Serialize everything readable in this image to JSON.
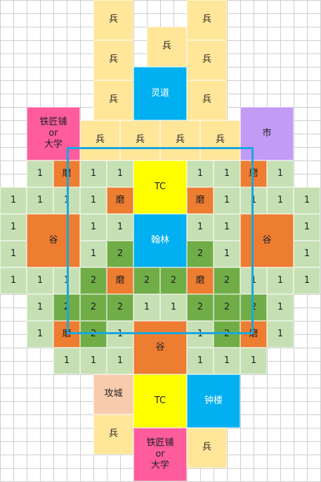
{
  "colors": {
    "light_green": "#c6e0b4",
    "dark_green": "#70ad47",
    "orange": "#ed7d31",
    "soldier": "#ffe699",
    "blue": "#00b0f0",
    "yellow": "#ffff00",
    "pink": "#ff5c9d",
    "purple": "#c39bf5",
    "peach": "#f8cbad",
    "boundary": "#1aa7e0"
  },
  "tiles": [
    {
      "c": 7,
      "r": 0,
      "w": 3,
      "h": 3,
      "label": "兵",
      "color": "soldier"
    },
    {
      "c": 14,
      "r": 0,
      "w": 3,
      "h": 3,
      "label": "兵",
      "color": "soldier"
    },
    {
      "c": 11,
      "r": 2,
      "w": 3,
      "h": 3,
      "label": "兵",
      "color": "soldier"
    },
    {
      "c": 7,
      "r": 3,
      "w": 3,
      "h": 3,
      "label": "兵",
      "color": "soldier"
    },
    {
      "c": 14,
      "r": 3,
      "w": 3,
      "h": 3,
      "label": "兵",
      "color": "soldier"
    },
    {
      "c": 10,
      "r": 5,
      "w": 4,
      "h": 4,
      "label": "灵道",
      "color": "blue",
      "light": true
    },
    {
      "c": 7,
      "r": 6,
      "w": 3,
      "h": 3,
      "label": "兵",
      "color": "soldier"
    },
    {
      "c": 14,
      "r": 6,
      "w": 3,
      "h": 3,
      "label": "兵",
      "color": "soldier"
    },
    {
      "c": 2,
      "r": 8,
      "w": 4,
      "h": 4,
      "label": "铁匠铺\nor\n大学",
      "color": "pink"
    },
    {
      "c": 18,
      "r": 8,
      "w": 4,
      "h": 4,
      "label": "市",
      "color": "purple"
    },
    {
      "c": 6,
      "r": 9,
      "w": 3,
      "h": 3,
      "label": "兵",
      "color": "soldier"
    },
    {
      "c": 9,
      "r": 9,
      "w": 3,
      "h": 3,
      "label": "兵",
      "color": "soldier"
    },
    {
      "c": 12,
      "r": 9,
      "w": 3,
      "h": 3,
      "label": "兵",
      "color": "soldier"
    },
    {
      "c": 15,
      "r": 9,
      "w": 3,
      "h": 3,
      "label": "兵",
      "color": "soldier"
    },
    {
      "c": 2,
      "r": 12,
      "w": 2,
      "h": 2,
      "label": "1",
      "color": "light_green"
    },
    {
      "c": 4,
      "r": 12,
      "w": 2,
      "h": 2,
      "label": "磨",
      "color": "orange"
    },
    {
      "c": 6,
      "r": 12,
      "w": 2,
      "h": 2,
      "label": "1",
      "color": "light_green"
    },
    {
      "c": 8,
      "r": 12,
      "w": 2,
      "h": 2,
      "label": "1",
      "color": "light_green"
    },
    {
      "c": 10,
      "r": 12,
      "w": 4,
      "h": 4,
      "label": "TC",
      "color": "yellow"
    },
    {
      "c": 14,
      "r": 12,
      "w": 2,
      "h": 2,
      "label": "1",
      "color": "light_green"
    },
    {
      "c": 16,
      "r": 12,
      "w": 2,
      "h": 2,
      "label": "1",
      "color": "light_green"
    },
    {
      "c": 18,
      "r": 12,
      "w": 2,
      "h": 2,
      "label": "磨",
      "color": "orange"
    },
    {
      "c": 20,
      "r": 12,
      "w": 2,
      "h": 2,
      "label": "1",
      "color": "light_green"
    },
    {
      "c": 0,
      "r": 14,
      "w": 2,
      "h": 2,
      "label": "1",
      "color": "light_green"
    },
    {
      "c": 2,
      "r": 14,
      "w": 2,
      "h": 2,
      "label": "1",
      "color": "light_green"
    },
    {
      "c": 4,
      "r": 14,
      "w": 2,
      "h": 2,
      "label": "1",
      "color": "light_green"
    },
    {
      "c": 6,
      "r": 14,
      "w": 2,
      "h": 2,
      "label": "1",
      "color": "light_green"
    },
    {
      "c": 8,
      "r": 14,
      "w": 2,
      "h": 2,
      "label": "磨",
      "color": "orange"
    },
    {
      "c": 14,
      "r": 14,
      "w": 2,
      "h": 2,
      "label": "磨",
      "color": "orange"
    },
    {
      "c": 16,
      "r": 14,
      "w": 2,
      "h": 2,
      "label": "1",
      "color": "light_green"
    },
    {
      "c": 18,
      "r": 14,
      "w": 2,
      "h": 2,
      "label": "1",
      "color": "light_green"
    },
    {
      "c": 20,
      "r": 14,
      "w": 2,
      "h": 2,
      "label": "1",
      "color": "light_green"
    },
    {
      "c": 22,
      "r": 14,
      "w": 2,
      "h": 2,
      "label": "1",
      "color": "light_green"
    },
    {
      "c": 0,
      "r": 16,
      "w": 2,
      "h": 2,
      "label": "1",
      "color": "light_green"
    },
    {
      "c": 2,
      "r": 16,
      "w": 4,
      "h": 4,
      "label": "谷",
      "color": "orange"
    },
    {
      "c": 6,
      "r": 16,
      "w": 2,
      "h": 2,
      "label": "1",
      "color": "light_green"
    },
    {
      "c": 8,
      "r": 16,
      "w": 2,
      "h": 2,
      "label": "1",
      "color": "light_green"
    },
    {
      "c": 10,
      "r": 16,
      "w": 4,
      "h": 4,
      "label": "翰林",
      "color": "blue",
      "light": true
    },
    {
      "c": 14,
      "r": 16,
      "w": 2,
      "h": 2,
      "label": "1",
      "color": "light_green"
    },
    {
      "c": 16,
      "r": 16,
      "w": 2,
      "h": 2,
      "label": "1",
      "color": "light_green"
    },
    {
      "c": 18,
      "r": 16,
      "w": 4,
      "h": 4,
      "label": "谷",
      "color": "orange"
    },
    {
      "c": 22,
      "r": 16,
      "w": 2,
      "h": 2,
      "label": "1",
      "color": "light_green"
    },
    {
      "c": 0,
      "r": 18,
      "w": 2,
      "h": 2,
      "label": "1",
      "color": "light_green"
    },
    {
      "c": 6,
      "r": 18,
      "w": 2,
      "h": 2,
      "label": "1",
      "color": "light_green"
    },
    {
      "c": 8,
      "r": 18,
      "w": 2,
      "h": 2,
      "label": "2",
      "color": "dark_green"
    },
    {
      "c": 14,
      "r": 18,
      "w": 2,
      "h": 2,
      "label": "2",
      "color": "dark_green"
    },
    {
      "c": 16,
      "r": 18,
      "w": 2,
      "h": 2,
      "label": "1",
      "color": "light_green"
    },
    {
      "c": 22,
      "r": 18,
      "w": 2,
      "h": 2,
      "label": "1",
      "color": "light_green"
    },
    {
      "c": 0,
      "r": 20,
      "w": 2,
      "h": 2,
      "label": "1",
      "color": "light_green"
    },
    {
      "c": 2,
      "r": 20,
      "w": 2,
      "h": 2,
      "label": "1",
      "color": "light_green"
    },
    {
      "c": 4,
      "r": 20,
      "w": 2,
      "h": 2,
      "label": "1",
      "color": "light_green"
    },
    {
      "c": 6,
      "r": 20,
      "w": 2,
      "h": 2,
      "label": "2",
      "color": "dark_green"
    },
    {
      "c": 8,
      "r": 20,
      "w": 2,
      "h": 2,
      "label": "磨",
      "color": "orange"
    },
    {
      "c": 10,
      "r": 20,
      "w": 2,
      "h": 2,
      "label": "2",
      "color": "dark_green"
    },
    {
      "c": 12,
      "r": 20,
      "w": 2,
      "h": 2,
      "label": "2",
      "color": "dark_green"
    },
    {
      "c": 14,
      "r": 20,
      "w": 2,
      "h": 2,
      "label": "磨",
      "color": "orange"
    },
    {
      "c": 16,
      "r": 20,
      "w": 2,
      "h": 2,
      "label": "2",
      "color": "dark_green"
    },
    {
      "c": 18,
      "r": 20,
      "w": 2,
      "h": 2,
      "label": "1",
      "color": "light_green"
    },
    {
      "c": 20,
      "r": 20,
      "w": 2,
      "h": 2,
      "label": "1",
      "color": "light_green"
    },
    {
      "c": 22,
      "r": 20,
      "w": 2,
      "h": 2,
      "label": "1",
      "color": "light_green"
    },
    {
      "c": 2,
      "r": 22,
      "w": 2,
      "h": 2,
      "label": "1",
      "color": "light_green"
    },
    {
      "c": 4,
      "r": 22,
      "w": 2,
      "h": 2,
      "label": "2",
      "color": "dark_green"
    },
    {
      "c": 6,
      "r": 22,
      "w": 2,
      "h": 2,
      "label": "2",
      "color": "dark_green"
    },
    {
      "c": 8,
      "r": 22,
      "w": 2,
      "h": 2,
      "label": "2",
      "color": "dark_green"
    },
    {
      "c": 10,
      "r": 22,
      "w": 2,
      "h": 2,
      "label": "1",
      "color": "light_green"
    },
    {
      "c": 12,
      "r": 22,
      "w": 2,
      "h": 2,
      "label": "1",
      "color": "light_green"
    },
    {
      "c": 14,
      "r": 22,
      "w": 2,
      "h": 2,
      "label": "2",
      "color": "dark_green"
    },
    {
      "c": 16,
      "r": 22,
      "w": 2,
      "h": 2,
      "label": "2",
      "color": "dark_green"
    },
    {
      "c": 18,
      "r": 22,
      "w": 2,
      "h": 2,
      "label": "2",
      "color": "dark_green"
    },
    {
      "c": 20,
      "r": 22,
      "w": 2,
      "h": 2,
      "label": "1",
      "color": "light_green"
    },
    {
      "c": 2,
      "r": 24,
      "w": 2,
      "h": 2,
      "label": "1",
      "color": "light_green"
    },
    {
      "c": 4,
      "r": 24,
      "w": 2,
      "h": 2,
      "label": "磨",
      "color": "orange"
    },
    {
      "c": 6,
      "r": 24,
      "w": 2,
      "h": 2,
      "label": "2",
      "color": "dark_green"
    },
    {
      "c": 8,
      "r": 24,
      "w": 2,
      "h": 2,
      "label": "1",
      "color": "light_green"
    },
    {
      "c": 10,
      "r": 24,
      "w": 4,
      "h": 4,
      "label": "谷",
      "color": "orange"
    },
    {
      "c": 14,
      "r": 24,
      "w": 2,
      "h": 2,
      "label": "1",
      "color": "light_green"
    },
    {
      "c": 16,
      "r": 24,
      "w": 2,
      "h": 2,
      "label": "2",
      "color": "dark_green"
    },
    {
      "c": 18,
      "r": 24,
      "w": 2,
      "h": 2,
      "label": "磨",
      "color": "orange"
    },
    {
      "c": 20,
      "r": 24,
      "w": 2,
      "h": 2,
      "label": "1",
      "color": "light_green"
    },
    {
      "c": 4,
      "r": 26,
      "w": 2,
      "h": 2,
      "label": "1",
      "color": "light_green"
    },
    {
      "c": 6,
      "r": 26,
      "w": 2,
      "h": 2,
      "label": "1",
      "color": "light_green"
    },
    {
      "c": 8,
      "r": 26,
      "w": 2,
      "h": 2,
      "label": "1",
      "color": "light_green"
    },
    {
      "c": 14,
      "r": 26,
      "w": 2,
      "h": 2,
      "label": "1",
      "color": "light_green"
    },
    {
      "c": 16,
      "r": 26,
      "w": 2,
      "h": 2,
      "label": "1",
      "color": "light_green"
    },
    {
      "c": 18,
      "r": 26,
      "w": 2,
      "h": 2,
      "label": "1",
      "color": "light_green"
    },
    {
      "c": 7,
      "r": 28,
      "w": 3,
      "h": 3,
      "label": "攻城",
      "color": "peach"
    },
    {
      "c": 10,
      "r": 28,
      "w": 4,
      "h": 4,
      "label": "TC",
      "color": "yellow"
    },
    {
      "c": 14,
      "r": 28,
      "w": 4,
      "h": 4,
      "label": "钟楼",
      "color": "blue",
      "light": true
    },
    {
      "c": 7,
      "r": 31,
      "w": 3,
      "h": 3,
      "label": "兵",
      "color": "soldier"
    },
    {
      "c": 10,
      "r": 32,
      "w": 4,
      "h": 4,
      "label": "铁匠铺\nor\n大学",
      "color": "pink"
    },
    {
      "c": 14,
      "r": 32,
      "w": 3,
      "h": 3,
      "label": "兵",
      "color": "soldier"
    }
  ]
}
